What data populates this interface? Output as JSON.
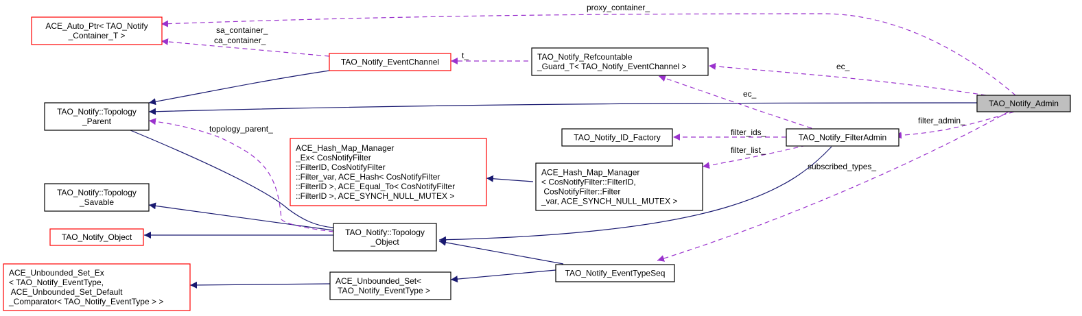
{
  "diagram": {
    "type": "collaboration-graph",
    "colors": {
      "inheritance_edge": "#191970",
      "usage_edge": "#9a32cd",
      "incomplete_node_border": "#ff0000",
      "node_border": "#000000",
      "focus_node_fill": "#bfbfbf"
    },
    "nodes": {
      "admin": {
        "lines": [
          "TAO_Notify_Admin"
        ],
        "style": "focus"
      },
      "auto_ptr": {
        "lines": [
          "ACE_Auto_Ptr< TAO_Notify",
          "_Container_T >"
        ],
        "style": "red"
      },
      "event_channel": {
        "lines": [
          "TAO_Notify_EventChannel"
        ],
        "style": "red"
      },
      "refcountable": {
        "lines": [
          "TAO_Notify_Refcountable",
          "_Guard_T< TAO_Notify_EventChannel >"
        ],
        "style": "normal"
      },
      "topology_parent": {
        "lines": [
          "TAO_Notify::Topology",
          "_Parent"
        ],
        "style": "normal"
      },
      "id_factory": {
        "lines": [
          "TAO_Notify_ID_Factory"
        ],
        "style": "normal"
      },
      "filter_admin": {
        "lines": [
          "TAO_Notify_FilterAdmin"
        ],
        "style": "normal"
      },
      "hash_map_ex": {
        "lines": [
          "ACE_Hash_Map_Manager",
          "_Ex< CosNotifyFilter",
          "::FilterID, CosNotifyFilter",
          "::Filter_var, ACE_Hash< CosNotifyFilter",
          "::FilterID >, ACE_Equal_To< CosNotifyFilter",
          "::FilterID >, ACE_SYNCH_NULL_MUTEX >"
        ],
        "style": "red"
      },
      "hash_map": {
        "lines": [
          "ACE_Hash_Map_Manager",
          "< CosNotifyFilter::FilterID,",
          " CosNotifyFilter::Filter",
          "_var, ACE_SYNCH_NULL_MUTEX >"
        ],
        "style": "normal"
      },
      "topology_savable": {
        "lines": [
          "TAO_Notify::Topology",
          "_Savable"
        ],
        "style": "normal"
      },
      "notify_object": {
        "lines": [
          "TAO_Notify_Object"
        ],
        "style": "red"
      },
      "topology_object": {
        "lines": [
          "TAO_Notify::Topology",
          "_Object"
        ],
        "style": "normal"
      },
      "unbounded_set_ex": {
        "lines": [
          "ACE_Unbounded_Set_Ex",
          "< TAO_Notify_EventType,",
          " ACE_Unbounded_Set_Default",
          "_Comparator< TAO_Notify_EventType > >"
        ],
        "style": "red"
      },
      "unbounded_set": {
        "lines": [
          "ACE_Unbounded_Set<",
          " TAO_Notify_EventType >"
        ],
        "style": "normal"
      },
      "event_type_seq": {
        "lines": [
          "TAO_Notify_EventTypeSeq"
        ],
        "style": "normal"
      }
    },
    "edge_labels": {
      "proxy_container": "proxy_container_",
      "sa_container": "sa_container_",
      "ca_container": "ca_container_",
      "t": "t_",
      "ec_admin": "ec_",
      "ec_filter": "ec_",
      "topology_parent": "topology_parent_",
      "filter_ids": "filter_ids_",
      "filter_list": "filter_list_",
      "filter_admin": "filter_admin_",
      "subscribed_types": "subscribed_types_"
    }
  }
}
